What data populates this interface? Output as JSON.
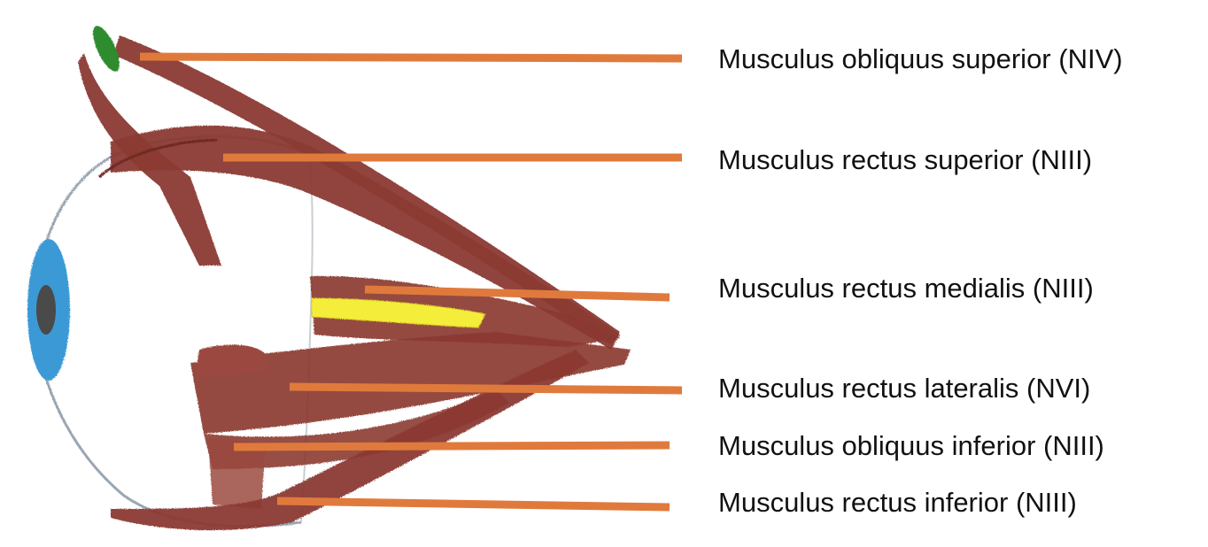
{
  "labels": [
    {
      "id": "obliquus-superior",
      "text": "Musculus obliquus superior (NIV)"
    },
    {
      "id": "rectus-superior",
      "text": "Musculus rectus superior (NIII)"
    },
    {
      "id": "rectus-medialis",
      "text": "Musculus rectus medialis (NIII)"
    },
    {
      "id": "rectus-lateralis",
      "text": "Musculus rectus lateralis (NVI)"
    },
    {
      "id": "obliquus-inferior",
      "text": "Musculus obliquus inferior (NIII)"
    },
    {
      "id": "rectus-inferior",
      "text": "Musculus rectus inferior (NIII)"
    }
  ],
  "colors": {
    "leader_line": "#e07a3c",
    "muscle": "#8b3a32",
    "muscle_dark": "#6e2a24",
    "nerve": "#f4ee3a",
    "trochlea": "#2e8b2e",
    "iris": "#3a9ad6",
    "pupil": "#4a4a4a",
    "eyeball_outline": "#9aa6b2"
  }
}
